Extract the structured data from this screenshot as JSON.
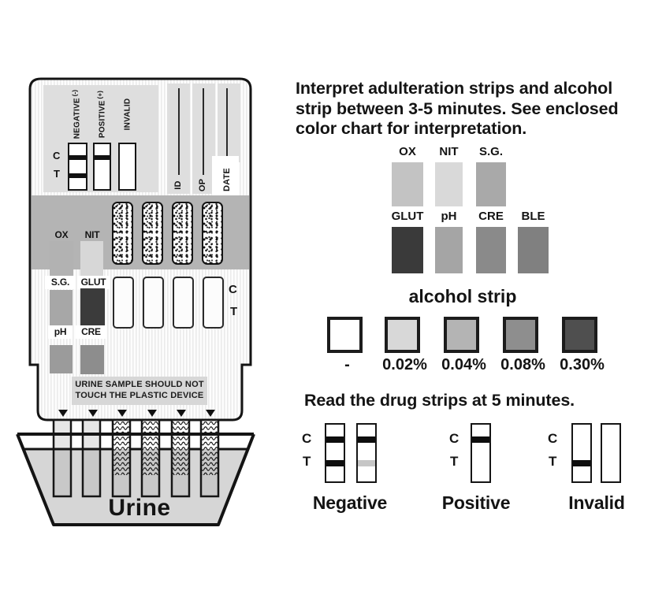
{
  "device": {
    "key": {
      "negative": {
        "sign": "(-)",
        "word": "NEGATIVE"
      },
      "positive": {
        "sign": "(+)",
        "word": "POSITIVE"
      },
      "invalid": {
        "word": "INVALID"
      },
      "c": "C",
      "t": "T"
    },
    "fields": {
      "id": "ID",
      "op": "OP",
      "date": "DATE"
    },
    "adulteration": {
      "ox": {
        "label": "OX",
        "color": "#b2b2b2"
      },
      "nit": {
        "label": "NIT",
        "color": "#d7d7d7"
      },
      "sg": {
        "label": "S.G.",
        "color": "#a7a7a7"
      },
      "glut": {
        "label": "GLUT",
        "color": "#3b3b3b"
      },
      "ph": {
        "label": "pH",
        "color": "#9b9b9b"
      },
      "cre": {
        "label": "CRE",
        "color": "#8d8d8d"
      }
    },
    "panel_ct": {
      "c": "C",
      "t": "T"
    },
    "warning": {
      "line1": "URINE SAMPLE SHOULD NOT",
      "line2": "TOUCH THE PLASTIC DEVICE"
    },
    "cup_label": "Urine"
  },
  "interpret": {
    "heading_lines": [
      "Interpret adulteration strips and alcohol",
      "strip between 3-5 minutes. See enclosed",
      "color chart for interpretation."
    ],
    "color_chart": {
      "row1": [
        {
          "label": "OX",
          "color": "#c3c3c3"
        },
        {
          "label": "NIT",
          "color": "#d9d9d9"
        },
        {
          "label": "S.G.",
          "color": "#a9a9a9"
        }
      ],
      "row2": [
        {
          "label": "GLUT",
          "color": "#3a3a3a"
        },
        {
          "label": "pH",
          "color": "#a5a5a5"
        },
        {
          "label": "CRE",
          "color": "#8a8a8a"
        },
        {
          "label": "BLE",
          "color": "#808080"
        }
      ]
    }
  },
  "alcohol": {
    "title": "alcohol strip",
    "levels": [
      {
        "label": "-",
        "color": "#ffffff"
      },
      {
        "label": "0.02%",
        "color": "#d8d8d8"
      },
      {
        "label": "0.04%",
        "color": "#b4b4b4"
      },
      {
        "label": "0.08%",
        "color": "#8e8e8e"
      },
      {
        "label": "0.30%",
        "color": "#4f4f4f"
      }
    ]
  },
  "drug": {
    "heading": "Read the drug strips at 5 minutes.",
    "band_dark": "#0e0e0e",
    "band_faint": "#c6c6c6",
    "results": [
      {
        "label": "Negative",
        "c": "C",
        "t": "T",
        "strips": [
          [
            "C",
            "T"
          ],
          [
            "C",
            "T-faint"
          ]
        ]
      },
      {
        "label": "Positive",
        "c": "C",
        "t": "T",
        "strips": [
          [
            "C"
          ]
        ]
      },
      {
        "label": "Invalid",
        "c": "C",
        "t": "T",
        "strips": [
          [
            "T"
          ],
          []
        ]
      }
    ]
  }
}
